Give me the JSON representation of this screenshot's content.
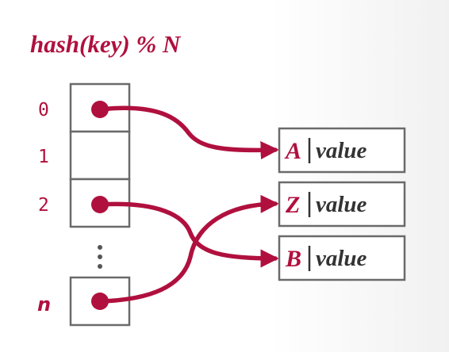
{
  "formula": "hash(key) % N",
  "slots": [
    {
      "index": "0",
      "has_pointer": true
    },
    {
      "index": "1",
      "has_pointer": false
    },
    {
      "index": "2",
      "has_pointer": true
    },
    {
      "index": "n",
      "has_pointer": true
    }
  ],
  "entries": [
    {
      "key": "A",
      "value": "value"
    },
    {
      "key": "Z",
      "value": "value"
    },
    {
      "key": "B",
      "value": "value"
    }
  ],
  "pointers": [
    {
      "from": "0",
      "to": "A"
    },
    {
      "from": "2",
      "to": "B"
    },
    {
      "from": "n",
      "to": "Z"
    }
  ],
  "colors": {
    "accent": "#b0103e",
    "box_border": "#6a6a6a",
    "value_text": "#333333"
  }
}
